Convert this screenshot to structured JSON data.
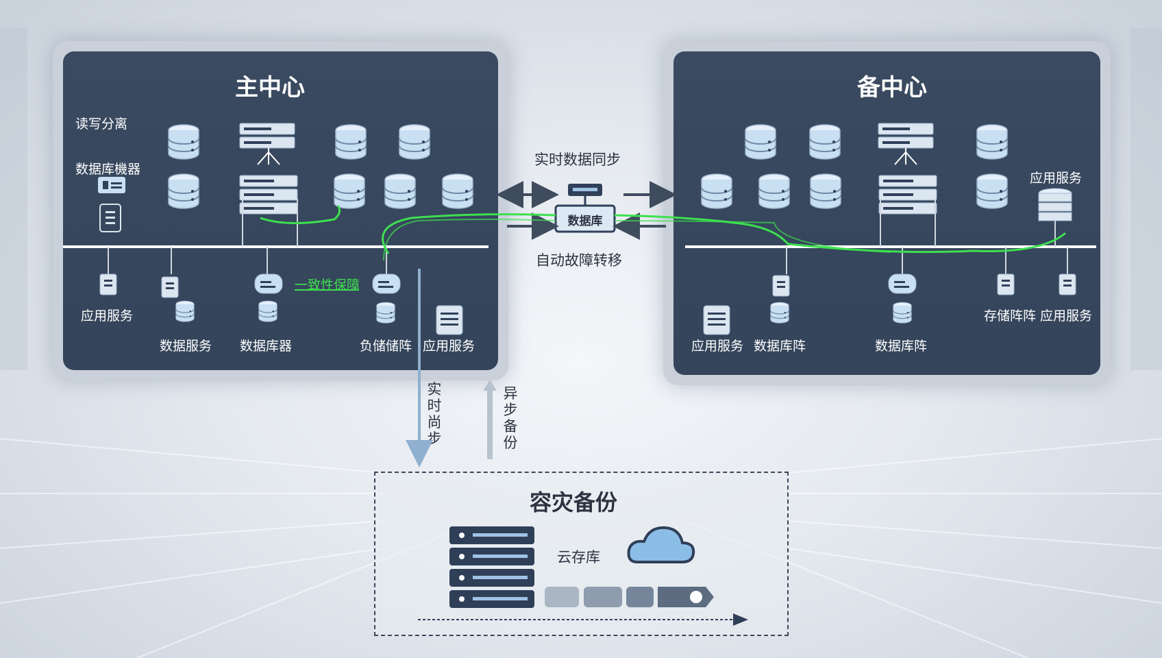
{
  "primary_center": {
    "title": "主中心",
    "read_write_split": "读写分离",
    "db_server_label": "数据库機器",
    "consistency_label": "一致性保障",
    "bottom_labels": [
      "应用服务",
      "数据服务",
      "数据库器",
      "负储储阵",
      "应用服务"
    ]
  },
  "backup_center": {
    "title": "备中心",
    "app_service_top": "应用服务",
    "bottom_labels": [
      "应用服务",
      "数据库阵",
      "数据库阵",
      "存储阵阵",
      "应用服务"
    ]
  },
  "middle": {
    "sync_label": "实时数据同步",
    "device_label": "数据库",
    "failover_label": "自动故障转移"
  },
  "vertical_links": {
    "sync_down": "实时尚步",
    "async_up": "异步备份"
  },
  "disaster_backup": {
    "title": "容灾备份",
    "cloud_label": "云存库"
  },
  "colors": {
    "panel_bg": "#3a4a60",
    "accent_green": "#3de04f",
    "db_blue": "#c9dff2",
    "cloud_blue": "#7fb4e0"
  }
}
